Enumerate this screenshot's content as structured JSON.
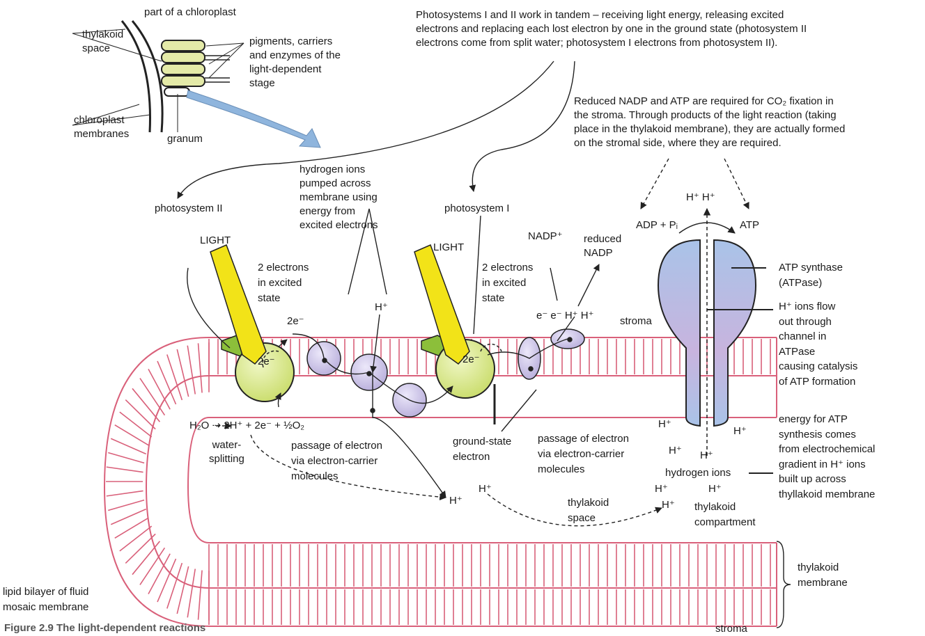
{
  "inset": {
    "title": "part of a chloroplast",
    "thylakoid_space": [
      "thylakoid",
      "space"
    ],
    "pigments": [
      "pigments, carriers",
      "and enzymes of the",
      "light-dependent",
      "stage"
    ],
    "membranes": [
      "chloroplast",
      "membranes"
    ],
    "granum": "granum"
  },
  "top_note": [
    "Photosystems I and II work in tandem – receiving light energy, releasing excited",
    "electrons and replacing each lost electron by one in the ground state (photosystem II",
    "electrons come from split water; photosystem I electrons from photosystem II)."
  ],
  "right_note": [
    "Reduced NADP and ATP are required for CO₂ fixation in",
    "the stroma. Through products of the light reaction (taking",
    "place in the thylakoid membrane), they are actually formed",
    "on the stromal side, where they are required."
  ],
  "labels": {
    "photosystem_ii": "photosystem II",
    "photosystem_i": "photosystem I",
    "hydrogen_pump": [
      "hydrogen ions",
      "pumped across",
      "membrane using",
      "energy from",
      "excited electrons"
    ],
    "light": "LIGHT",
    "excited_a": [
      "2 electrons",
      "in excited",
      "state"
    ],
    "excited_b": [
      "2 electrons",
      "in excited",
      "state"
    ],
    "two_e_out": "2e⁻",
    "two_e_ps2": "2e⁻",
    "two_e_ps1": "2e⁻",
    "h_plus": "H⁺",
    "nadp_plus": "NADP⁺",
    "reduced_nadp": [
      "reduced",
      "NADP"
    ],
    "e_e_h_h": "e⁻ e⁻ H⁺ H⁺",
    "stroma": "stroma",
    "adp": "ADP + Pᵢ",
    "atp": "ATP",
    "h_h_top": "H⁺ H⁺",
    "atp_synthase": [
      "ATP synthase",
      "(ATPase)"
    ],
    "h_flow": [
      "H⁺ ions flow",
      "out through",
      "channel in",
      "ATPase",
      "causing catalysis",
      "of ATP formation"
    ],
    "water_eq": "H₂O ⇢ 2H⁺ + 2e⁻ + ½O₂",
    "water_splitting": [
      "water-",
      "splitting"
    ],
    "passage_a": [
      "passage of electron",
      "via electron-carrier",
      "molecules"
    ],
    "passage_b": [
      "passage of electron",
      "via electron-carrier",
      "molecules"
    ],
    "ground_state": [
      "ground-state",
      "electron"
    ],
    "energy_note": [
      "energy for ATP",
      "synthesis comes",
      "from electrochemical",
      "gradient in H⁺ ions",
      "built up across",
      "thyllakoid membrane"
    ],
    "hydrogen_ions": "hydrogen ions",
    "thylakoid_space_lbl": [
      "thylakoid",
      "space"
    ],
    "thylakoid_compartment": [
      "thylakoid",
      "compartment"
    ],
    "thylakoid_membrane": [
      "thylakoid",
      "membrane"
    ],
    "lipid_bilayer": [
      "lipid bilayer of fluid",
      "mosaic membrane"
    ],
    "stroma_bottom": "stroma",
    "caption": "Figure 2.9 The light-dependent reactions"
  },
  "colors": {
    "membrane": "#d9607a",
    "photosystem": "#d8e88a",
    "carrier": "#c9c3e6",
    "light_beam": "#f2e318",
    "atpase": "#a8c2e6",
    "antenna": "#8cbf3a",
    "arrow_blue": "#8fb5dd"
  }
}
